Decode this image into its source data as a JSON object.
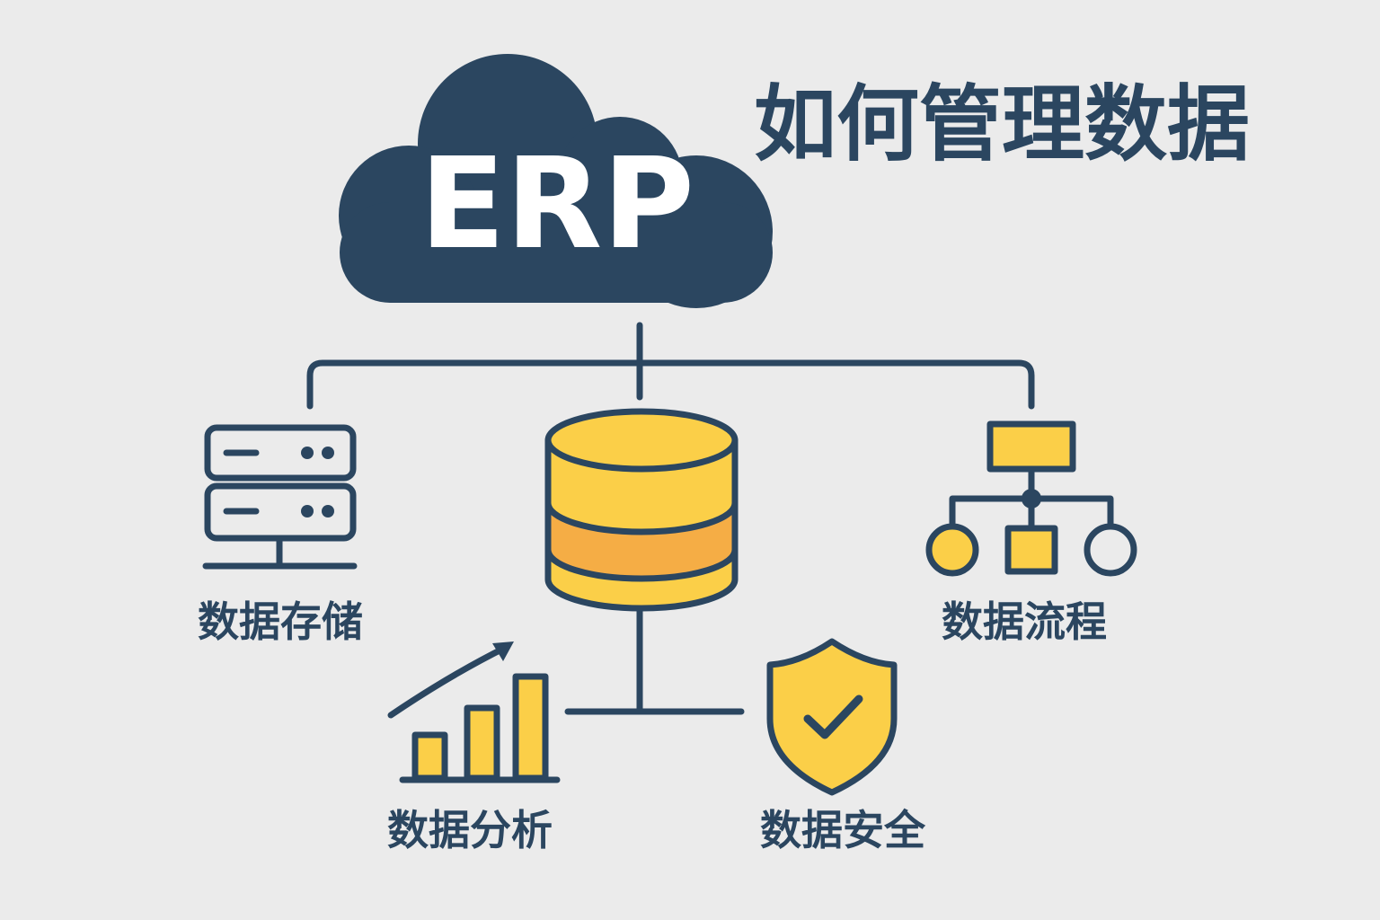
{
  "title": "如何管理数据",
  "cloud_label": "ERP",
  "nodes": {
    "storage": "数据存储",
    "flow": "数据流程",
    "analysis": "数据分析",
    "security": "数据安全"
  },
  "colors": {
    "navy": "#2b4660",
    "yellow": "#fbcf48",
    "orange": "#f5ad45",
    "background": "#ebebeb"
  }
}
